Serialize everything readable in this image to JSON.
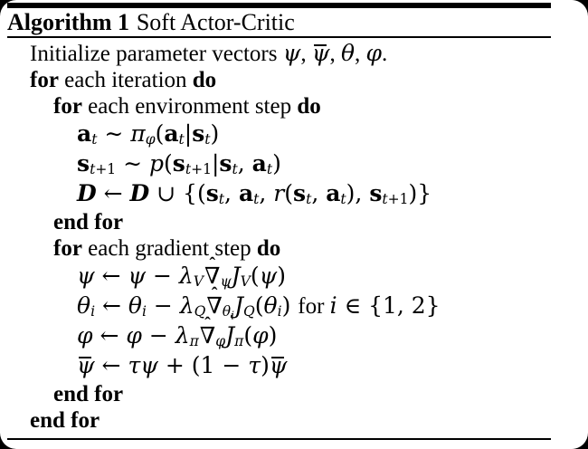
{
  "page": {
    "background_color": "#000000",
    "panel_color": "#ffffff",
    "ink_color": "#000000"
  },
  "algorithm": {
    "label": "Algorithm 1",
    "title": "Soft Actor-Critic",
    "lines": [
      {
        "indent": 0,
        "math": false,
        "tokens": [
          {
            "c": "t",
            "v": "Initialize parameter vectors "
          },
          {
            "c": "i",
            "v": "ψ"
          },
          {
            "c": "t",
            "v": ", "
          },
          {
            "c": "bar",
            "v": "ψ"
          },
          {
            "c": "t",
            "v": ", "
          },
          {
            "c": "i",
            "v": "θ"
          },
          {
            "c": "t",
            "v": ", "
          },
          {
            "c": "i",
            "v": "φ"
          },
          {
            "c": "t",
            "v": "."
          }
        ]
      },
      {
        "indent": 0,
        "math": false,
        "tokens": [
          {
            "c": "b",
            "v": "for"
          },
          {
            "c": "t",
            "v": " each iteration "
          },
          {
            "c": "b",
            "v": "do"
          }
        ]
      },
      {
        "indent": 1,
        "math": false,
        "tokens": [
          {
            "c": "b",
            "v": "for"
          },
          {
            "c": "t",
            "v": " each environment step "
          },
          {
            "c": "b",
            "v": "do"
          }
        ]
      },
      {
        "indent": 2,
        "math": true,
        "tokens": [
          {
            "c": "mb",
            "v": "a"
          },
          {
            "c": "sub",
            "v": [
              {
                "c": "i",
                "v": "t"
              }
            ]
          },
          {
            "c": "m",
            "v": " ∼ "
          },
          {
            "c": "i",
            "v": "π"
          },
          {
            "c": "sub",
            "v": [
              {
                "c": "i",
                "v": "φ"
              }
            ]
          },
          {
            "c": "m",
            "v": "("
          },
          {
            "c": "mb",
            "v": "a"
          },
          {
            "c": "sub",
            "v": [
              {
                "c": "i",
                "v": "t"
              }
            ]
          },
          {
            "c": "m",
            "v": "|"
          },
          {
            "c": "mb",
            "v": "s"
          },
          {
            "c": "sub",
            "v": [
              {
                "c": "i",
                "v": "t"
              }
            ]
          },
          {
            "c": "m",
            "v": ")"
          }
        ]
      },
      {
        "indent": 2,
        "math": true,
        "tokens": [
          {
            "c": "mb",
            "v": "s"
          },
          {
            "c": "sub",
            "v": [
              {
                "c": "i",
                "v": "t"
              },
              {
                "c": "m",
                "v": "+1"
              }
            ]
          },
          {
            "c": "m",
            "v": " ∼ "
          },
          {
            "c": "i",
            "v": "p"
          },
          {
            "c": "m",
            "v": "("
          },
          {
            "c": "mb",
            "v": "s"
          },
          {
            "c": "sub",
            "v": [
              {
                "c": "i",
                "v": "t"
              },
              {
                "c": "m",
                "v": "+1"
              }
            ]
          },
          {
            "c": "m",
            "v": "|"
          },
          {
            "c": "mb",
            "v": "s"
          },
          {
            "c": "sub",
            "v": [
              {
                "c": "i",
                "v": "t"
              }
            ]
          },
          {
            "c": "m",
            "v": ", "
          },
          {
            "c": "mb",
            "v": "a"
          },
          {
            "c": "sub",
            "v": [
              {
                "c": "i",
                "v": "t"
              }
            ]
          },
          {
            "c": "m",
            "v": ")"
          }
        ]
      },
      {
        "indent": 2,
        "math": true,
        "tokens": [
          {
            "c": "cal",
            "v": "D"
          },
          {
            "c": "m",
            "v": " ← "
          },
          {
            "c": "cal",
            "v": "D"
          },
          {
            "c": "m",
            "v": " ∪ {("
          },
          {
            "c": "mb",
            "v": "s"
          },
          {
            "c": "sub",
            "v": [
              {
                "c": "i",
                "v": "t"
              }
            ]
          },
          {
            "c": "m",
            "v": ", "
          },
          {
            "c": "mb",
            "v": "a"
          },
          {
            "c": "sub",
            "v": [
              {
                "c": "i",
                "v": "t"
              }
            ]
          },
          {
            "c": "m",
            "v": ", "
          },
          {
            "c": "i",
            "v": "r"
          },
          {
            "c": "m",
            "v": "("
          },
          {
            "c": "mb",
            "v": "s"
          },
          {
            "c": "sub",
            "v": [
              {
                "c": "i",
                "v": "t"
              }
            ]
          },
          {
            "c": "m",
            "v": ", "
          },
          {
            "c": "mb",
            "v": "a"
          },
          {
            "c": "sub",
            "v": [
              {
                "c": "i",
                "v": "t"
              }
            ]
          },
          {
            "c": "m",
            "v": "), "
          },
          {
            "c": "mb",
            "v": "s"
          },
          {
            "c": "sub",
            "v": [
              {
                "c": "i",
                "v": "t"
              },
              {
                "c": "m",
                "v": "+1"
              }
            ]
          },
          {
            "c": "m",
            "v": ")}"
          }
        ]
      },
      {
        "indent": 1,
        "math": false,
        "tokens": [
          {
            "c": "b",
            "v": "end for"
          }
        ]
      },
      {
        "indent": 1,
        "math": false,
        "tokens": [
          {
            "c": "b",
            "v": "for"
          },
          {
            "c": "t",
            "v": " each gradient step "
          },
          {
            "c": "b",
            "v": "do"
          }
        ]
      },
      {
        "indent": 2,
        "math": true,
        "tokens": [
          {
            "c": "i",
            "v": "ψ"
          },
          {
            "c": "m",
            "v": " ← "
          },
          {
            "c": "i",
            "v": "ψ"
          },
          {
            "c": "m",
            "v": " − "
          },
          {
            "c": "i",
            "v": "λ"
          },
          {
            "c": "sub",
            "v": [
              {
                "c": "i",
                "v": "V"
              }
            ]
          },
          {
            "c": "hat",
            "v": "∇"
          },
          {
            "c": "sub",
            "v": [
              {
                "c": "i",
                "v": "ψ"
              }
            ]
          },
          {
            "c": "i",
            "v": "J"
          },
          {
            "c": "sub",
            "v": [
              {
                "c": "i",
                "v": "V"
              }
            ]
          },
          {
            "c": "m",
            "v": "("
          },
          {
            "c": "i",
            "v": "ψ"
          },
          {
            "c": "m",
            "v": ")"
          }
        ]
      },
      {
        "indent": 2,
        "math": true,
        "tokens": [
          {
            "c": "i",
            "v": "θ"
          },
          {
            "c": "sub",
            "v": [
              {
                "c": "i",
                "v": "i"
              }
            ]
          },
          {
            "c": "m",
            "v": " ← "
          },
          {
            "c": "i",
            "v": "θ"
          },
          {
            "c": "sub",
            "v": [
              {
                "c": "i",
                "v": "i"
              }
            ]
          },
          {
            "c": "m",
            "v": " − "
          },
          {
            "c": "i",
            "v": "λ"
          },
          {
            "c": "sub",
            "v": [
              {
                "c": "i",
                "v": "Q"
              }
            ]
          },
          {
            "c": "hat",
            "v": "∇"
          },
          {
            "c": "sub",
            "v": [
              {
                "c": "i",
                "v": "θ"
              },
              {
                "c": "sub",
                "v": [
                  {
                    "c": "i",
                    "v": "i"
                  }
                ]
              }
            ]
          },
          {
            "c": "i",
            "v": "J"
          },
          {
            "c": "sub",
            "v": [
              {
                "c": "i",
                "v": "Q"
              }
            ]
          },
          {
            "c": "m",
            "v": "("
          },
          {
            "c": "i",
            "v": "θ"
          },
          {
            "c": "sub",
            "v": [
              {
                "c": "i",
                "v": "i"
              }
            ]
          },
          {
            "c": "m",
            "v": ") "
          },
          {
            "c": "t",
            "v": "for "
          },
          {
            "c": "i",
            "v": "i"
          },
          {
            "c": "m",
            "v": " ∈ {1, 2}"
          }
        ]
      },
      {
        "indent": 2,
        "math": true,
        "tokens": [
          {
            "c": "i",
            "v": "φ"
          },
          {
            "c": "m",
            "v": " ← "
          },
          {
            "c": "i",
            "v": "φ"
          },
          {
            "c": "m",
            "v": " − "
          },
          {
            "c": "i",
            "v": "λ"
          },
          {
            "c": "sub",
            "v": [
              {
                "c": "i",
                "v": "π"
              }
            ]
          },
          {
            "c": "hat",
            "v": "∇"
          },
          {
            "c": "sub",
            "v": [
              {
                "c": "i",
                "v": "φ"
              }
            ]
          },
          {
            "c": "i",
            "v": "J"
          },
          {
            "c": "sub",
            "v": [
              {
                "c": "i",
                "v": "π"
              }
            ]
          },
          {
            "c": "m",
            "v": "("
          },
          {
            "c": "i",
            "v": "φ"
          },
          {
            "c": "m",
            "v": ")"
          }
        ]
      },
      {
        "indent": 2,
        "math": true,
        "tokens": [
          {
            "c": "bar",
            "v": "ψ"
          },
          {
            "c": "m",
            "v": " ← "
          },
          {
            "c": "i",
            "v": "τ"
          },
          {
            "c": "i",
            "v": "ψ"
          },
          {
            "c": "m",
            "v": " + (1 − "
          },
          {
            "c": "i",
            "v": "τ"
          },
          {
            "c": "m",
            "v": ")"
          },
          {
            "c": "bar",
            "v": "ψ"
          }
        ]
      },
      {
        "indent": 1,
        "math": false,
        "tokens": [
          {
            "c": "b",
            "v": "end for"
          }
        ]
      },
      {
        "indent": 0,
        "math": false,
        "tokens": [
          {
            "c": "b",
            "v": "end for"
          }
        ]
      }
    ]
  }
}
